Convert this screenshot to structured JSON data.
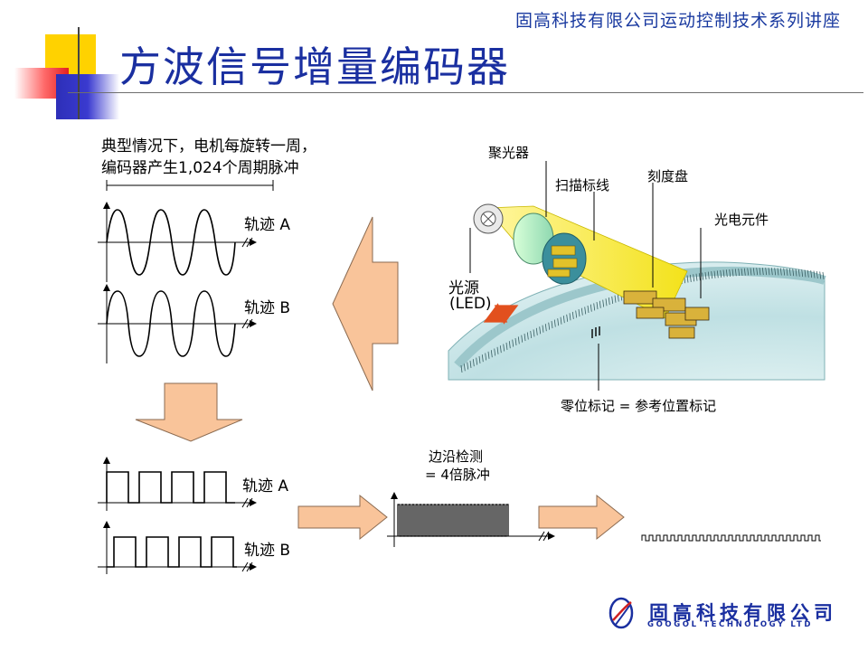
{
  "header": {
    "series_title": "固高科技有限公司运动控制技术系列讲座",
    "slide_title": "方波信号增量编码器"
  },
  "sine_section": {
    "note_line1": "典型情况下，电机每旋转一周，",
    "note_line2": "编码器产生1,024个周期脉冲",
    "track_a": "轨迹 A",
    "track_b": "轨迹 B"
  },
  "square_section": {
    "track_a": "轨迹 A",
    "track_b": "轨迹 B"
  },
  "edge_detection": {
    "line1": "边沿检测",
    "line2": "= 4倍脉冲"
  },
  "encoder_diagram": {
    "condenser": "聚光器",
    "scan_reticle": "扫描标线",
    "scale_disk": "刻度盘",
    "photo_element": "光电元件",
    "light_source": "光源",
    "led": "(LED)",
    "zero_mark": "零位标记 = 参考位置标记"
  },
  "logo": {
    "company_cn": "固高科技有限公司",
    "company_en": "GOOGOL TECHNOLOGY LTD"
  },
  "colors": {
    "title_blue": "#1a2fa0",
    "arrow_fill": "#f9c49a",
    "beam_yellow": "#f6ec3c",
    "disk_teal": "#cde8ea"
  }
}
